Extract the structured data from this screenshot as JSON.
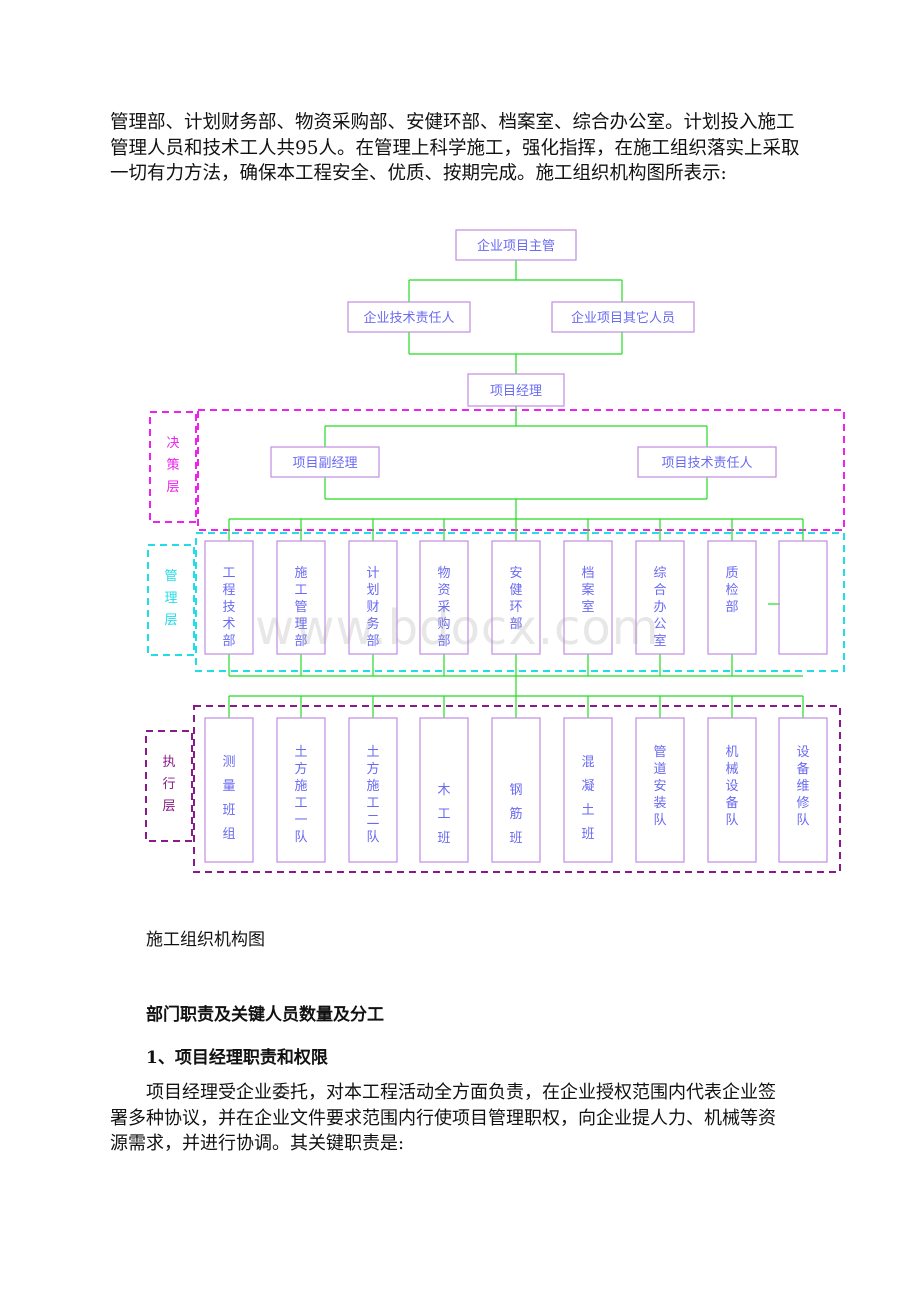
{
  "intro_lines": [
    "管理部、计划财务部、物资采购部、安健环部、档案室、综合办公室。计划投入施工",
    "管理人员和技术工人共95人。在管理上科学施工，强化指挥，在施工组织落实上采取",
    "一切有力方法，确保本工程安全、优质、按期完成。施工组织机构图所表示:"
  ],
  "org": {
    "top": "企业项目主管",
    "level2": [
      "企业技术责任人",
      "企业项目其它人员"
    ],
    "manager": "项目经理",
    "deputies": [
      "项目副经理",
      "项目技术责任人"
    ],
    "layers": {
      "decision": "决策层",
      "management": "管理层",
      "execution": "执行层"
    },
    "departments": [
      "工程技术部",
      "施工管理部",
      "计划财务部",
      "物资采购部",
      "安健环部",
      "档案室",
      "综合办公室",
      "质检部",
      ""
    ],
    "teams": [
      "测量班组",
      "土方施工一队",
      "土方施工二队",
      "木工班",
      "钢筋班",
      "混凝土班",
      "管道安装队",
      "机械设备队",
      "设备维修队"
    ],
    "colors": {
      "box": "#c28de0",
      "text": "#6a6af2",
      "line": "#22dd22",
      "decision": "#ee22ee",
      "management": "#22dde8",
      "execution": "#8a1a8a"
    }
  },
  "watermark": "www.bdocx.com",
  "caption": "施工组织机构图",
  "section_title": "部门职责及关键人员数量及分工",
  "sub_title": "1、项目经理职责和权限",
  "body_lines": [
    "项目经理受企业委托，对本工程活动全方面负责，在企业授权范围内代表企业签",
    "署多种协议，并在企业文件要求范围内行使项目管理职权，向企业提人力、机械等资",
    "源需求，并进行协调。其关键职责是:"
  ]
}
